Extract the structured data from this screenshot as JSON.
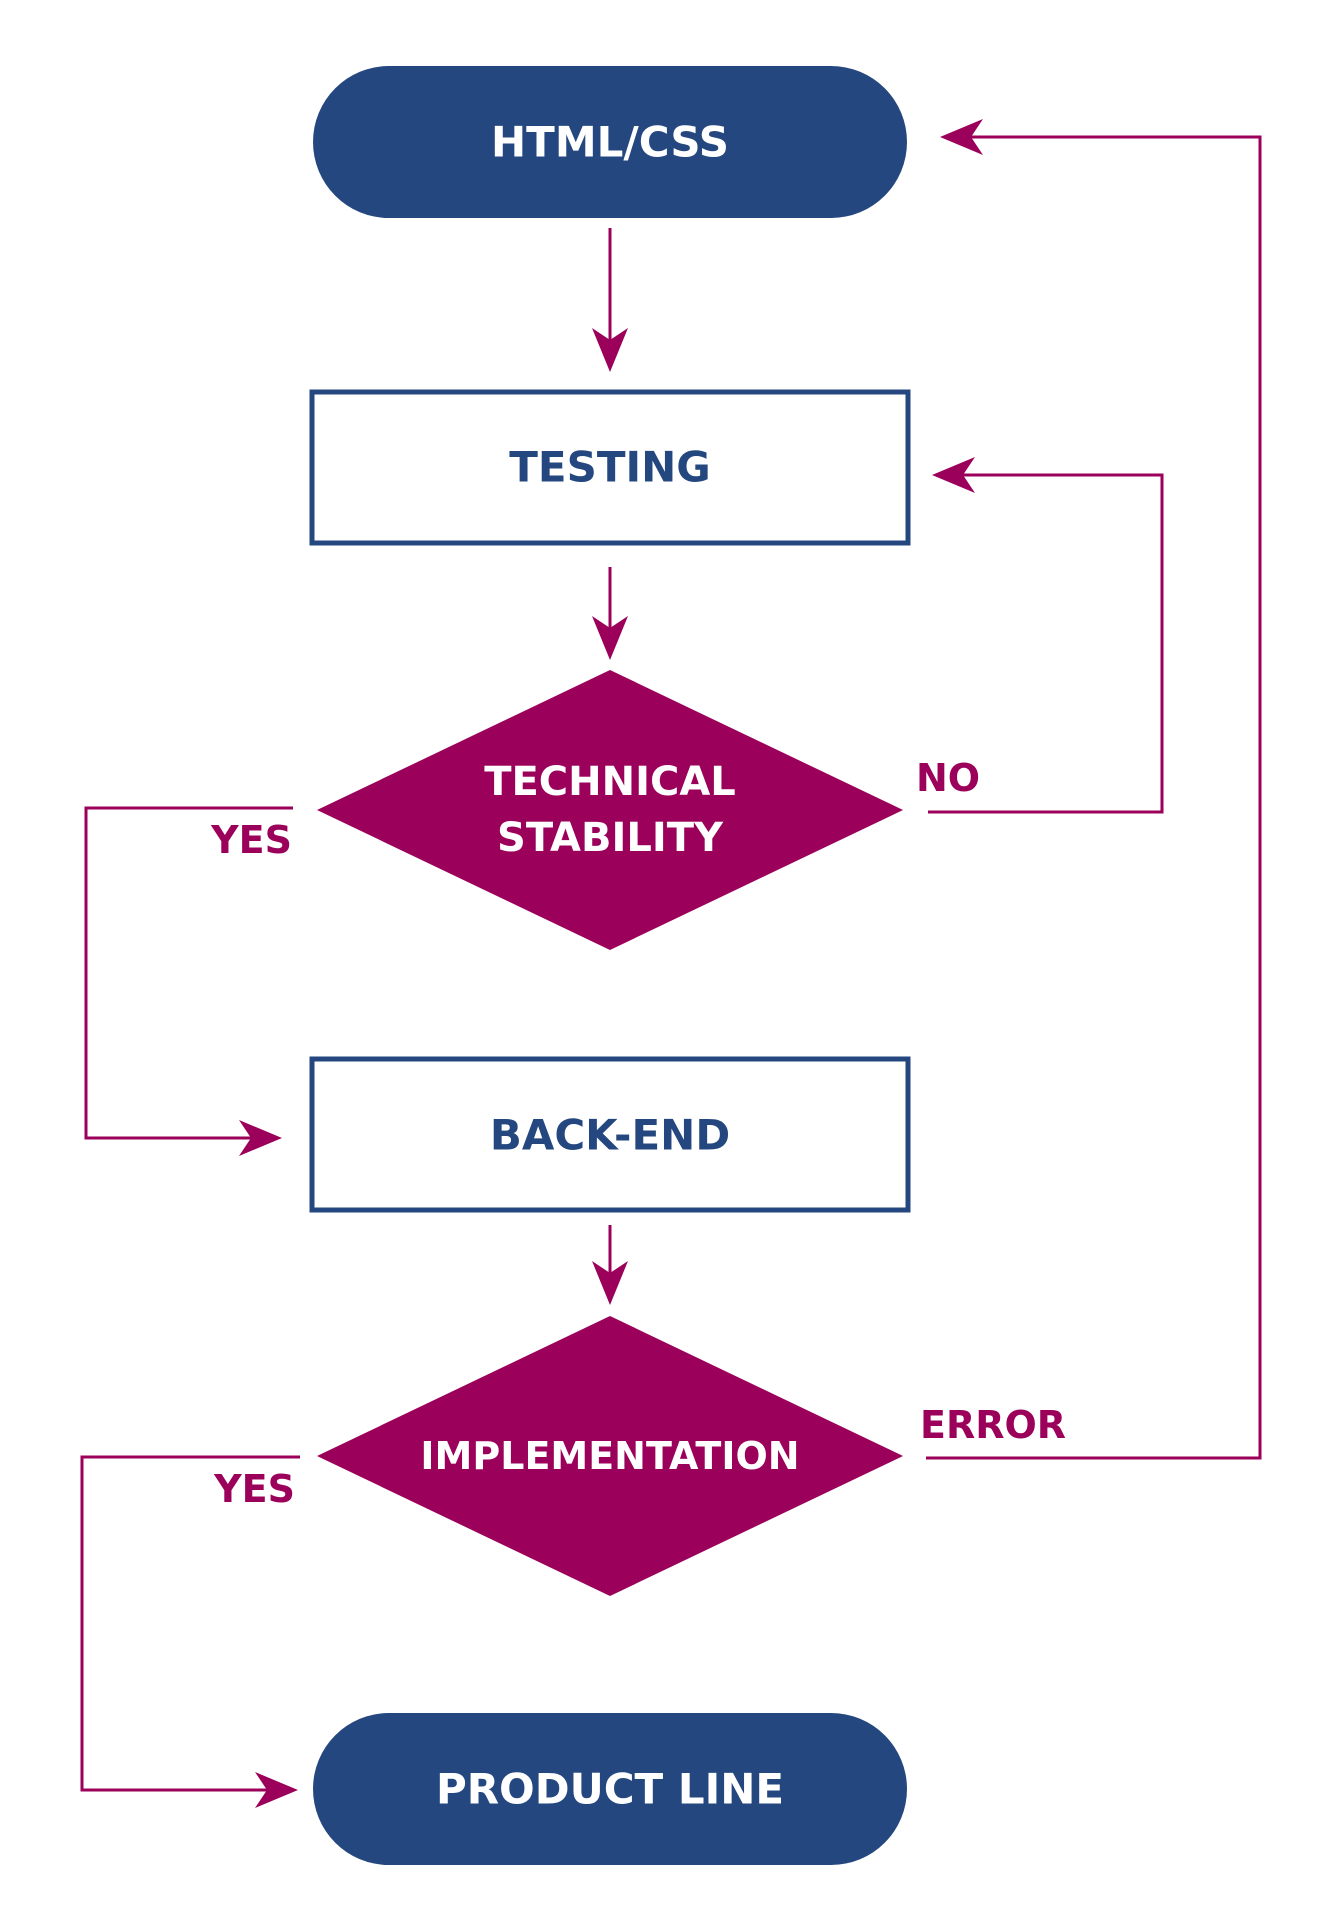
{
  "diagram": {
    "colors": {
      "primary": "#24477f",
      "accent": "#9b005a",
      "background": "#ffffff",
      "on_fill_text": "#ffffff"
    },
    "nodes": {
      "html_css": {
        "label": "HTML/CSS",
        "shape": "terminal"
      },
      "testing": {
        "label": "TESTING",
        "shape": "process"
      },
      "technical_stability": {
        "label_line1": "TECHNICAL",
        "label_line2": "STABILITY",
        "shape": "decision"
      },
      "back_end": {
        "label": "BACK-END",
        "shape": "process"
      },
      "implementation": {
        "label": "IMPLEMENTATION",
        "shape": "decision"
      },
      "product_line": {
        "label": "PRODUCT LINE",
        "shape": "terminal"
      }
    },
    "edge_labels": {
      "stability_no": "NO",
      "stability_yes": "YES",
      "implementation_error": "ERROR",
      "implementation_yes": "YES"
    }
  }
}
